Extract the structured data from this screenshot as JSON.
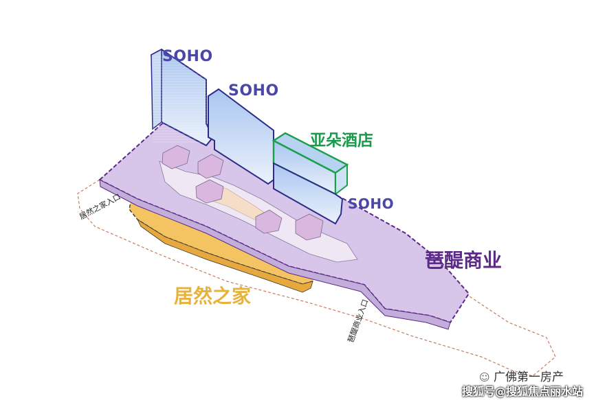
{
  "labels": {
    "soho_1": "SOHO",
    "soho_2": "SOHO",
    "soho_3": "SOHO",
    "hotel": "亚朵酒店",
    "commercial": "琶醍商业",
    "home": "居然之家",
    "home_entrance": "居然之家入口",
    "commercial_entrance": "琶醍商业入口"
  },
  "watermark": {
    "line1": "广佛第一房产",
    "line2": "搜狐号@搜狐焦点丽水站"
  },
  "colors": {
    "soho": "#4b47a8",
    "hotel": "#1a9a4a",
    "commercial": "#5b2a86",
    "home": "#e8b23a",
    "podium_fill": "#d8c6ea",
    "home_fill": "#f4c463"
  }
}
